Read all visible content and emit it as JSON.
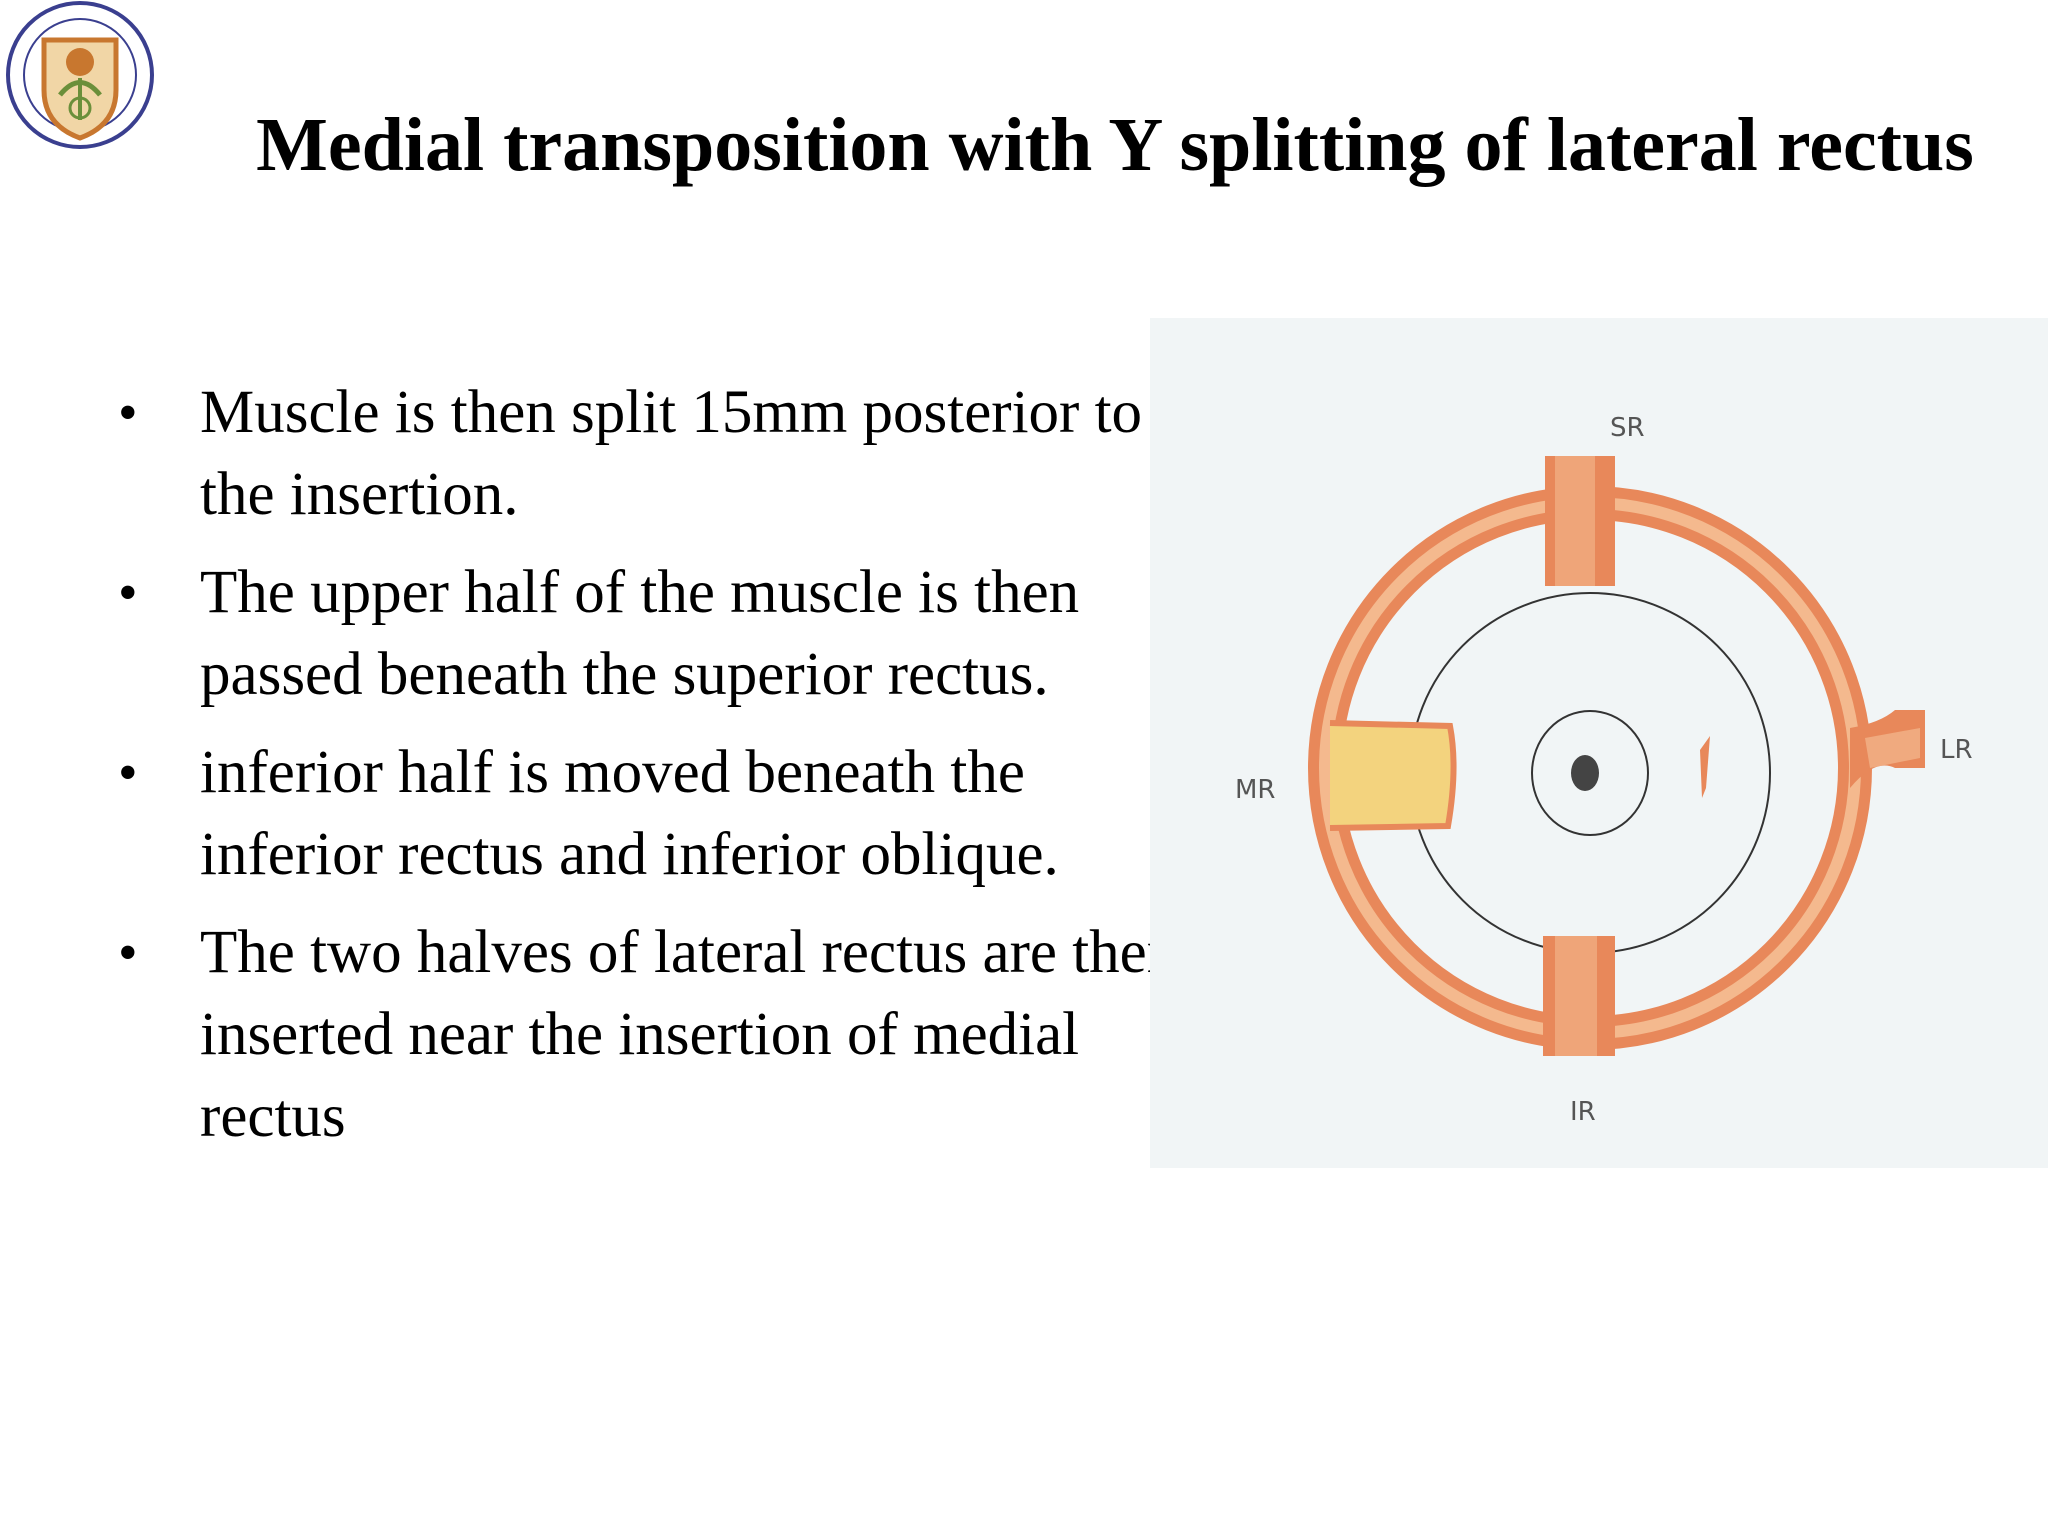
{
  "slide": {
    "title": "Medial transposition with Y splitting of lateral rectus",
    "bullets": [
      "Muscle is then split 15mm posterior to the insertion.",
      "The upper half of the muscle is then passed beneath the superior rectus.",
      "inferior half is moved beneath the inferior rectus and inferior oblique.",
      "The two halves of lateral rectus are then inserted near the insertion of medial rectus"
    ],
    "bullet_symbol": "•"
  },
  "figure": {
    "labels": {
      "superior": "SR",
      "lateral": "LR",
      "medial": "MR",
      "inferior": "IR"
    },
    "colors": {
      "muscle": "#e8885a",
      "muscle_light": "#f4b98e",
      "muscle_yellow": "#f3d37e",
      "outline": "#333333",
      "background": "#f1f5f6"
    }
  },
  "logo": {
    "icon": "institute-seal-icon",
    "colors": {
      "ring": "#3a3f8f",
      "shield": "#c8772f",
      "fill": "#f1d6a6"
    }
  }
}
